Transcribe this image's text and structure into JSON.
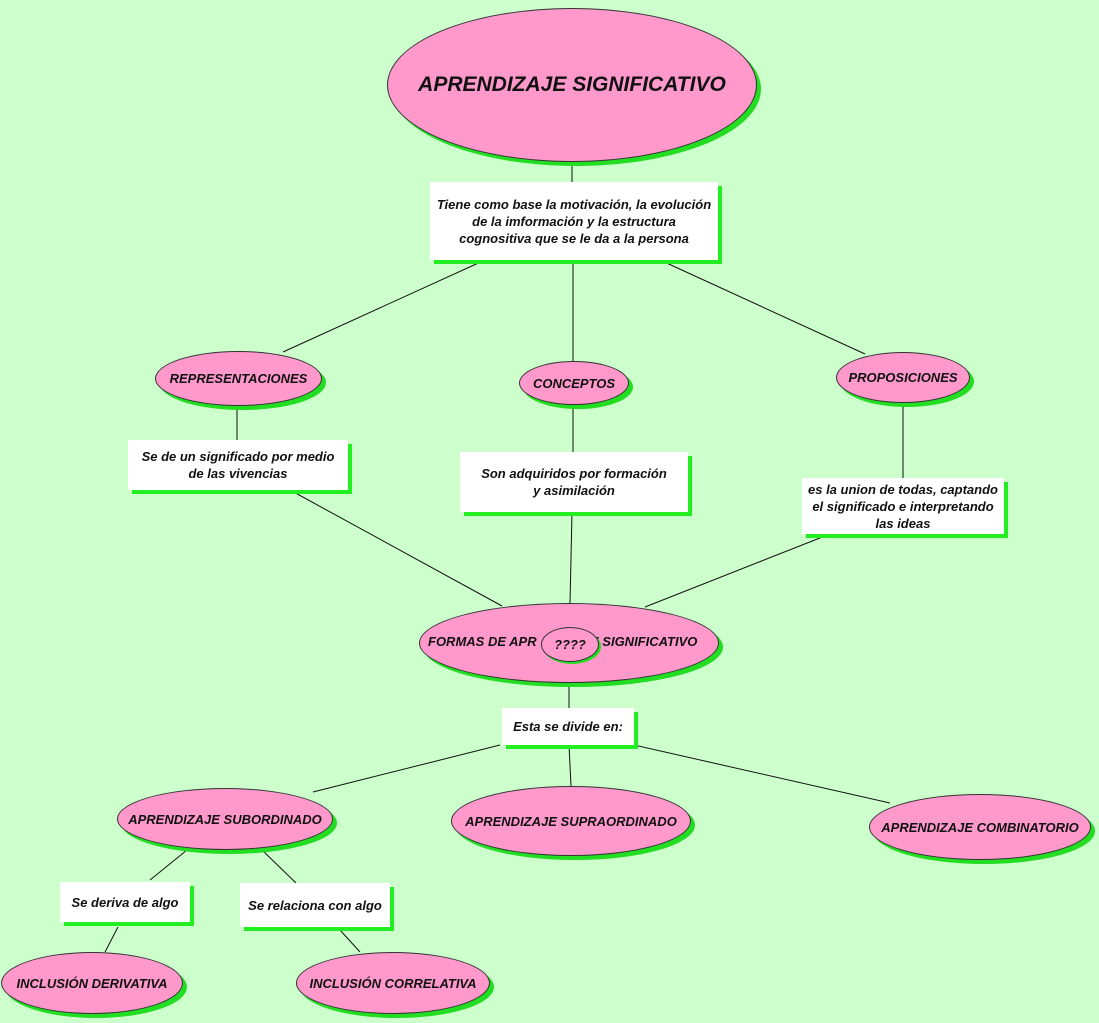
{
  "colors": {
    "background": "#ccffcc",
    "node_fill": "#ff99cc",
    "shadow": "#22dd22",
    "box_fill": "#ffffff",
    "line": "#111111"
  },
  "title": "APRENDIZAJE SIGNIFICATIVO",
  "intro_box": "Tiene como base la motivación, la evolución\nde la imformación y la estructura\ncognositiva que se le da  a la persona",
  "types": {
    "representaciones": "REPRESENTACIONES",
    "conceptos": "CONCEPTOS",
    "proposiciones": "PROPOSICIONES"
  },
  "type_descriptions": {
    "representaciones": "Se de un significado por medio\nde las vivencias",
    "conceptos": "Son adquiridos por formación\ny asimilación",
    "proposiciones": "es la union de todas, captando\nel significado e interpretando\nlas ideas"
  },
  "forms": {
    "label_left": "FORMAS DE APR",
    "label_right": "E SIGNIFICATIVO",
    "overlay": "????"
  },
  "divide_box": "Esta se divide en:",
  "learning_types": {
    "subordinado": "APRENDIZAJE SUBORDINADO",
    "supraordinado": "APRENDIZAJE SUPRAORDINADO",
    "combinatorio": "APRENDIZAJE COMBINATORIO"
  },
  "sub_boxes": {
    "deriva": "Se deriva de algo",
    "relaciona": "Se relaciona con algo"
  },
  "inclusions": {
    "derivativa": "INCLUSIÓN DERIVATIVA",
    "correlativa": "INCLUSIÓN CORRELATIVA"
  }
}
